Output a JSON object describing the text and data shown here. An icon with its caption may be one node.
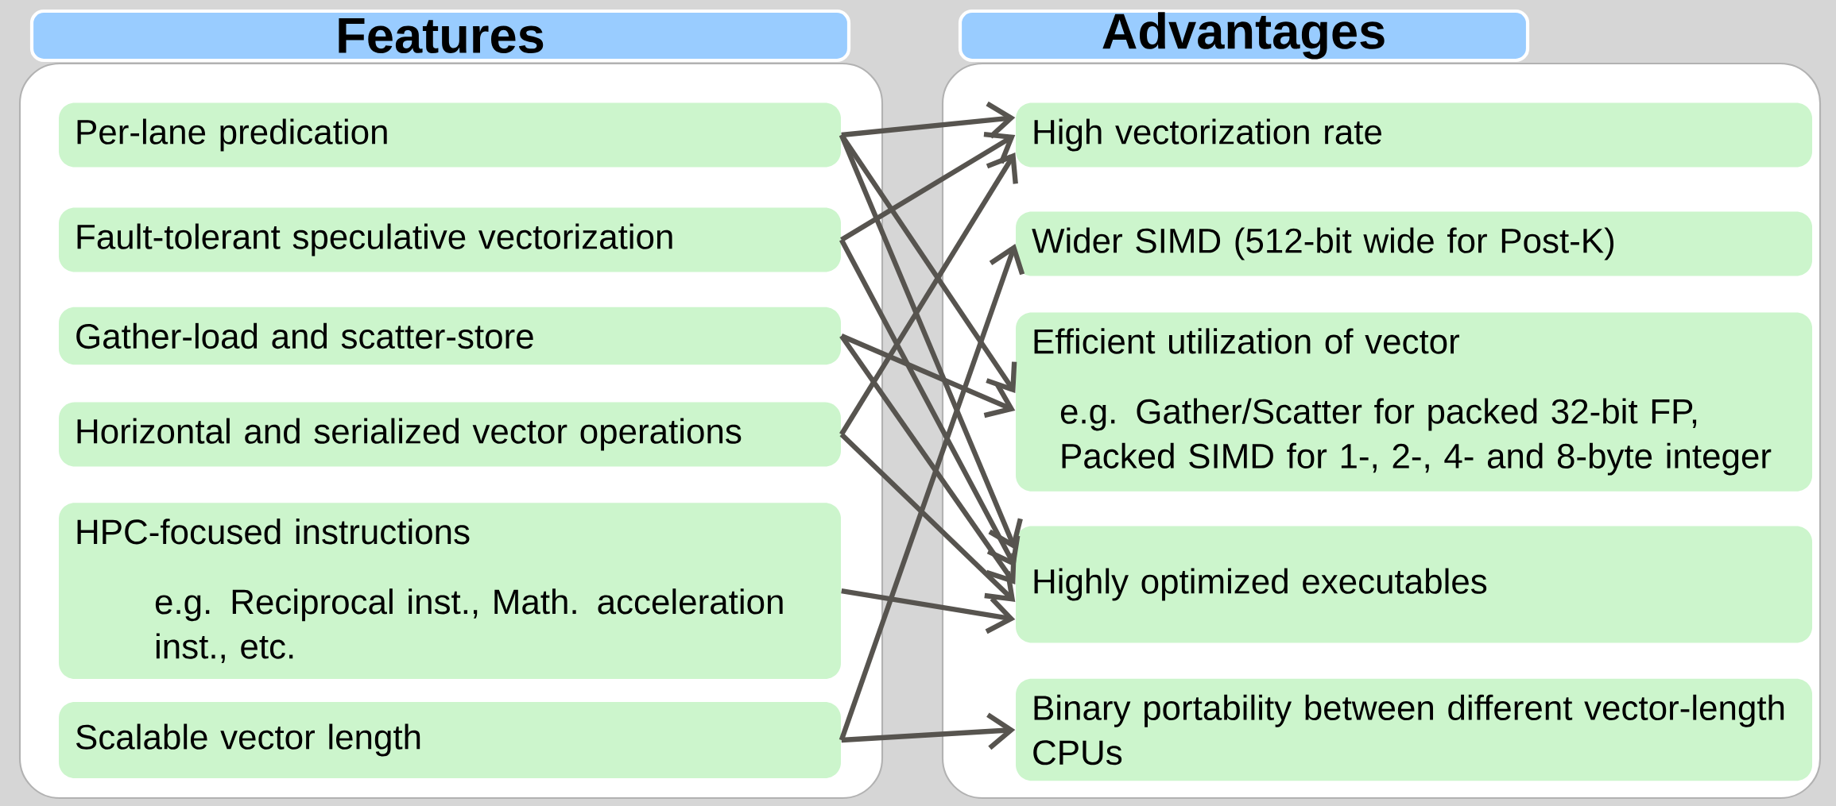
{
  "diagram": {
    "nodes": [
      {
        "text": [
          "Features"
        ]
      },
      {
        "text": [
          "Per-lane predication"
        ],
        "in": 0
      },
      {
        "text": [
          "Fault-tolerant speculative vectorization"
        ],
        "in": 0
      },
      {
        "text": [
          "Gather-load and scatter-store"
        ],
        "in": 0
      },
      {
        "text": [
          "Horizontal and serialized vector operations"
        ],
        "in": 0
      },
      {
        "text": [
          "HPC-focused instructions",
          "e.g. Reciprocal inst., Math. acceleration inst., etc."
        ],
        "in": 0
      },
      {
        "text": [
          "Scalable vector length"
        ],
        "in": 0
      },
      {
        "text": [
          "Advantages"
        ]
      },
      {
        "text": [
          "High vectorization rate"
        ],
        "in": 7
      },
      {
        "text": [
          "Wider SIMD (512-bit wide for Post-K)"
        ],
        "in": 7
      },
      {
        "text": [
          "Efficient utilization of vector",
          "e.g. Gather/Scatter for packed 32-bit FP, Packed SIMD for 1-, 2-, 4- and 8-byte integer"
        ],
        "in": 7
      },
      {
        "text": [
          "Highly optimized executables"
        ],
        "in": 7
      },
      {
        "text": [
          "Binary portability between different vector-length CPUs"
        ],
        "in": 7
      }
    ],
    "edges": [
      {
        "from": 1,
        "to": 8,
        "arrow": "to"
      },
      {
        "from": 1,
        "to": 10,
        "arrow": "to"
      },
      {
        "from": 1,
        "to": 11,
        "arrow": "to"
      },
      {
        "from": 2,
        "to": 8,
        "arrow": "to"
      },
      {
        "from": 2,
        "to": 11,
        "arrow": "to"
      },
      {
        "from": 3,
        "to": 10,
        "arrow": "to"
      },
      {
        "from": 3,
        "to": 11,
        "arrow": "to"
      },
      {
        "from": 4,
        "to": 8,
        "arrow": "to"
      },
      {
        "from": 4,
        "to": 11,
        "arrow": "to"
      },
      {
        "from": 5,
        "to": 11,
        "arrow": "to"
      },
      {
        "from": 6,
        "to": 9,
        "arrow": "to"
      },
      {
        "from": 6,
        "to": 12,
        "arrow": "to"
      }
    ]
  }
}
